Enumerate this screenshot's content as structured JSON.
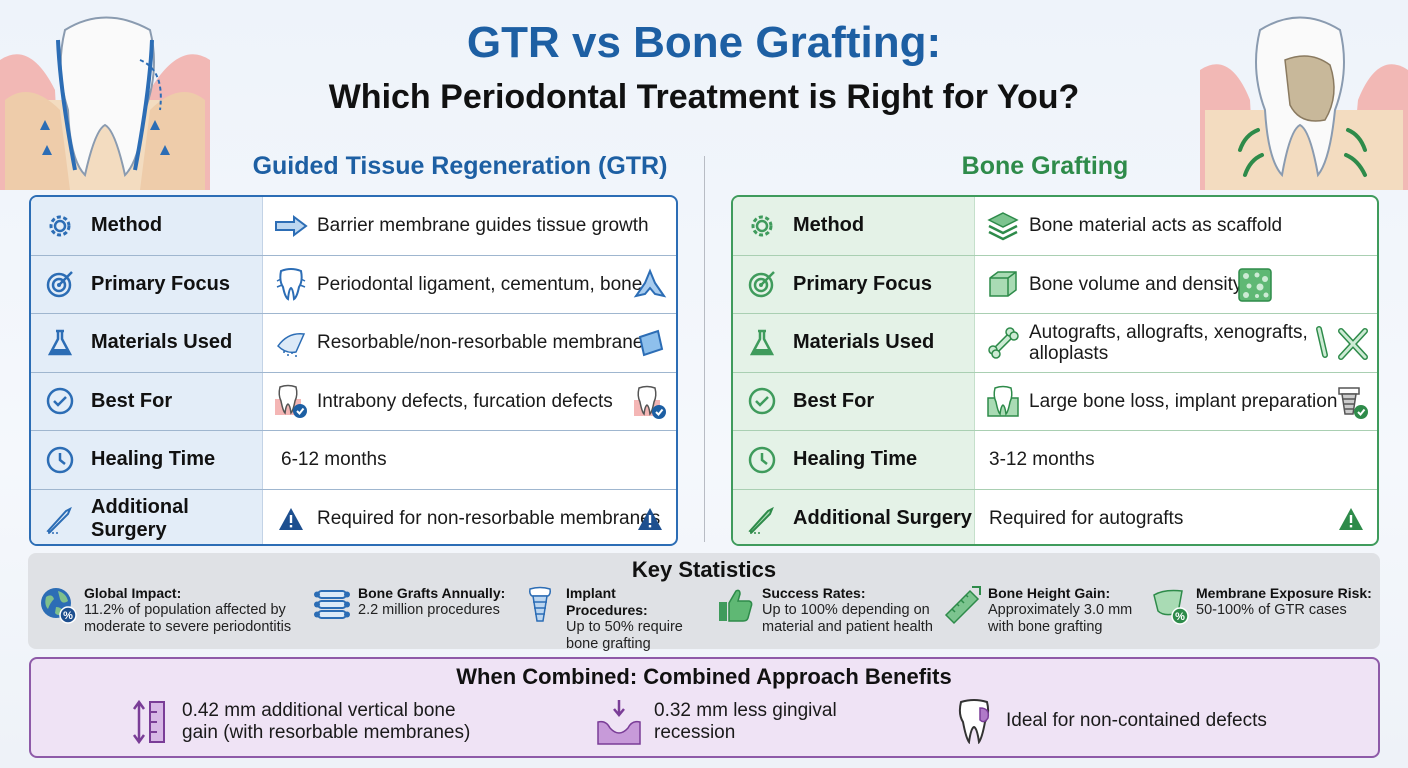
{
  "header": {
    "title": "GTR vs Bone Grafting:",
    "subtitle": "Which Periodontal Treatment is Right for You?"
  },
  "colors": {
    "gtr_accent": "#1d5fa3",
    "bone_grafting_accent": "#2e8b4a",
    "combined_accent": "#8e5aa8",
    "warning": "#1d4f8f"
  },
  "gtr": {
    "heading": "Guided Tissue Regeneration (GTR)",
    "rows": [
      {
        "label": "Method",
        "value": "Barrier membrane guides tissue growth",
        "label_icon": "gear-icon",
        "value_icon": "arrow-right-icon"
      },
      {
        "label": "Primary Focus",
        "value": "Periodontal ligament, cementum, bone",
        "label_icon": "target-icon",
        "value_icon": "tooth-icon"
      },
      {
        "label": "Materials Used",
        "value": "Resorbable/non-resorbable membranes",
        "label_icon": "flask-icon",
        "value_icon": "membrane-icon"
      },
      {
        "label": "Best For",
        "value": "Intrabony defects, furcation defects",
        "label_icon": "check-circle-icon",
        "value_icon": "tooth-check-icon"
      },
      {
        "label": "Healing Time",
        "value": "6-12 months",
        "label_icon": "clock-icon"
      },
      {
        "label": "Additional Surgery",
        "value": "Required for non-resorbable membranes",
        "label_icon": "scalpel-icon",
        "value_icon": "warning-icon"
      }
    ]
  },
  "bone_grafting": {
    "heading": "Bone Grafting",
    "rows": [
      {
        "label": "Method",
        "value": "Bone material acts as scaffold",
        "label_icon": "gear-icon",
        "value_icon": "layers-icon"
      },
      {
        "label": "Primary Focus",
        "value": "Bone volume and density",
        "label_icon": "target-icon",
        "value_icon": "bone-block-icon"
      },
      {
        "label": "Materials Used",
        "value": "Autografts, allografts, xenografts, alloplasts",
        "label_icon": "flask-icon",
        "value_icon": "bone-icon"
      },
      {
        "label": "Best For",
        "value": "Large bone loss, implant preparation",
        "label_icon": "check-circle-icon",
        "value_icon": "implant-icon"
      },
      {
        "label": "Healing Time",
        "value": "3-12 months",
        "label_icon": "clock-icon"
      },
      {
        "label": "Additional Surgery",
        "value": "Required for autografts",
        "label_icon": "scalpel-icon",
        "value_icon": "warning-icon"
      }
    ]
  },
  "key_statistics": {
    "title": "Key Statistics",
    "items": [
      {
        "name": "Global Impact:",
        "value": "11.2% of population affected by moderate to severe periodontitis",
        "icon": "globe-icon"
      },
      {
        "name": "Bone Grafts Annually:",
        "value": "2.2 million procedures",
        "icon": "bone-stack-icon"
      },
      {
        "name": "Implant Procedures:",
        "value": "Up to 50% require bone grafting",
        "icon": "implant-icon"
      },
      {
        "name": "Success Rates:",
        "value": "Up to 100% depending on material and patient health",
        "icon": "thumbs-up-icon"
      },
      {
        "name": "Bone Height Gain:",
        "value": "Approximately 3.0 mm with bone grafting",
        "icon": "ruler-icon"
      },
      {
        "name": "Membrane Exposure Risk:",
        "value": "50-100% of GTR cases",
        "icon": "membrane-percent-icon"
      }
    ]
  },
  "combined": {
    "title": "When Combined: Combined Approach Benefits",
    "benefits": [
      {
        "text": "0.42 mm additional vertical bone gain (with resorbable membranes)",
        "icon": "vertical-gain-icon"
      },
      {
        "text": "0.32 mm less gingival recession",
        "icon": "gum-recession-icon"
      },
      {
        "text": "Ideal for non-contained defects",
        "icon": "tooth-defect-icon"
      }
    ]
  }
}
